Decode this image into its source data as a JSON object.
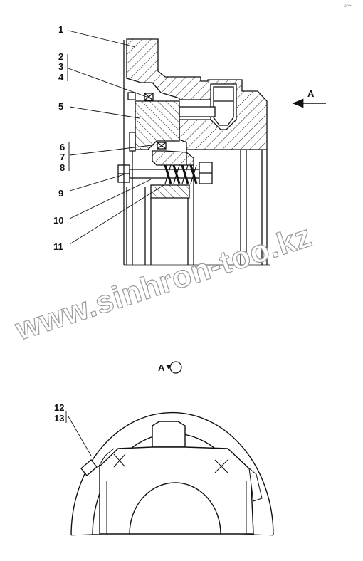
{
  "corner_mark": "з°••",
  "view_label": "A",
  "view_mark": "A",
  "watermark": "www.sinhron-too.kz",
  "callouts": {
    "c1": "1",
    "c2": "2",
    "c3": "3",
    "c4": "4",
    "c5": "5",
    "c6": "6",
    "c7": "7",
    "c8": "8",
    "c9": "9",
    "c10": "10",
    "c11": "11",
    "c12": "12",
    "c13": "13"
  }
}
